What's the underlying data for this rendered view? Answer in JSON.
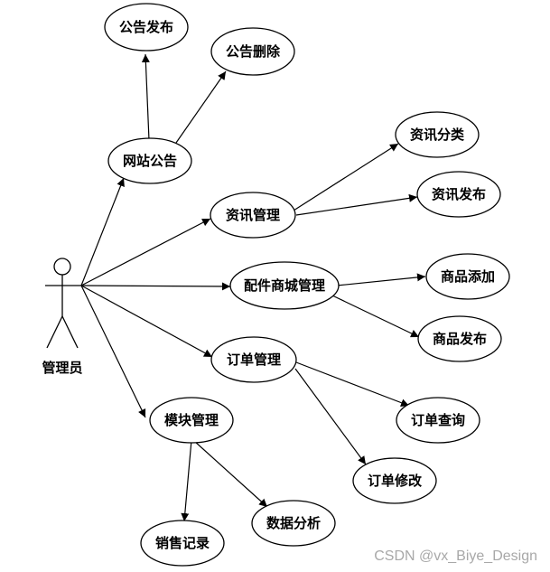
{
  "actor": {
    "label": "管理员"
  },
  "nodes": {
    "notice": "网站公告",
    "notice_publish": "公告发布",
    "notice_delete": "公告删除",
    "info_manage": "资讯管理",
    "info_category": "资讯分类",
    "info_publish": "资讯发布",
    "parts_manage": "配件商城管理",
    "product_add": "商品添加",
    "product_publish": "商品发布",
    "order_manage": "订单管理",
    "order_query": "订单查询",
    "order_edit": "订单修改",
    "module_manage": "模块管理",
    "sales_record": "销售记录",
    "data_analysis": "数据分析"
  },
  "watermark": "CSDN @vx_Biye_Design",
  "colors": {
    "stroke": "#000000",
    "fill": "#ffffff",
    "watermark": "#a8a8a8"
  }
}
